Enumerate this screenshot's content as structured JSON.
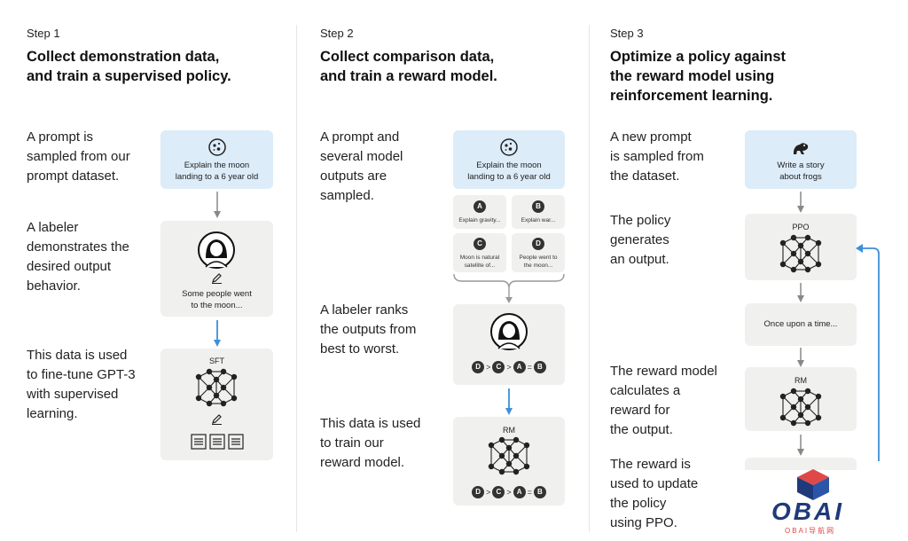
{
  "step1": {
    "label": "Step 1",
    "title_line1": "Collect demonstration data,",
    "title_line2": "and train a supervised policy.",
    "desc1": [
      "A prompt is",
      "sampled from our",
      "prompt dataset."
    ],
    "desc2": [
      "A labeler",
      "demonstrates the",
      "desired output",
      "behavior."
    ],
    "desc3": [
      "This data is used",
      "to fine-tune GPT-3",
      "with supervised",
      "learning."
    ],
    "prompt_card": [
      "Explain the moon",
      "landing to a 6 year old"
    ],
    "demo_card": [
      "Some people went",
      "to the moon..."
    ],
    "model_label": "SFT"
  },
  "step2": {
    "label": "Step 2",
    "title_line1": "Collect comparison data,",
    "title_line2": "and train a reward model.",
    "desc1": [
      "A prompt and",
      "several model",
      "outputs are",
      "sampled."
    ],
    "desc2": [
      "A labeler ranks",
      "the outputs from",
      "best to worst."
    ],
    "desc3": [
      "This data is used",
      "to train our",
      "reward model."
    ],
    "prompt_card": [
      "Explain the moon",
      "landing to a 6 year old"
    ],
    "outputs": [
      {
        "letter": "A",
        "text": [
          "Explain gravity..."
        ]
      },
      {
        "letter": "B",
        "text": [
          "Explain war..."
        ]
      },
      {
        "letter": "C",
        "text": [
          "Moon is natural",
          "satellite of..."
        ]
      },
      {
        "letter": "D",
        "text": [
          "People went to",
          "the moon..."
        ]
      }
    ],
    "ranking": [
      "D",
      ">",
      "C",
      ">",
      "A",
      "=",
      "B"
    ],
    "model_label": "RM"
  },
  "step3": {
    "label": "Step 3",
    "title_line1": "Optimize a policy against",
    "title_line2": "the reward model using",
    "title_line3": "reinforcement learning.",
    "desc1": [
      "A new prompt",
      "is sampled from",
      "the dataset."
    ],
    "desc2": [
      "The policy",
      "generates",
      "an output."
    ],
    "desc3": [
      "The reward model",
      "calculates a",
      "reward for",
      "the output."
    ],
    "desc4": [
      "The reward is",
      "used to update",
      "the policy",
      "using PPO."
    ],
    "prompt_card": [
      "Write a story",
      "about frogs"
    ],
    "policy_label": "PPO",
    "output_card": "Once upon a time...",
    "rm_label": "RM"
  },
  "watermark": {
    "main": "OBAI",
    "sub": "OBAI导航网"
  },
  "colors": {
    "accent_blue": "#3d8fd9",
    "card_grey": "#f0f0ef",
    "card_blue": "#dcecf8"
  }
}
